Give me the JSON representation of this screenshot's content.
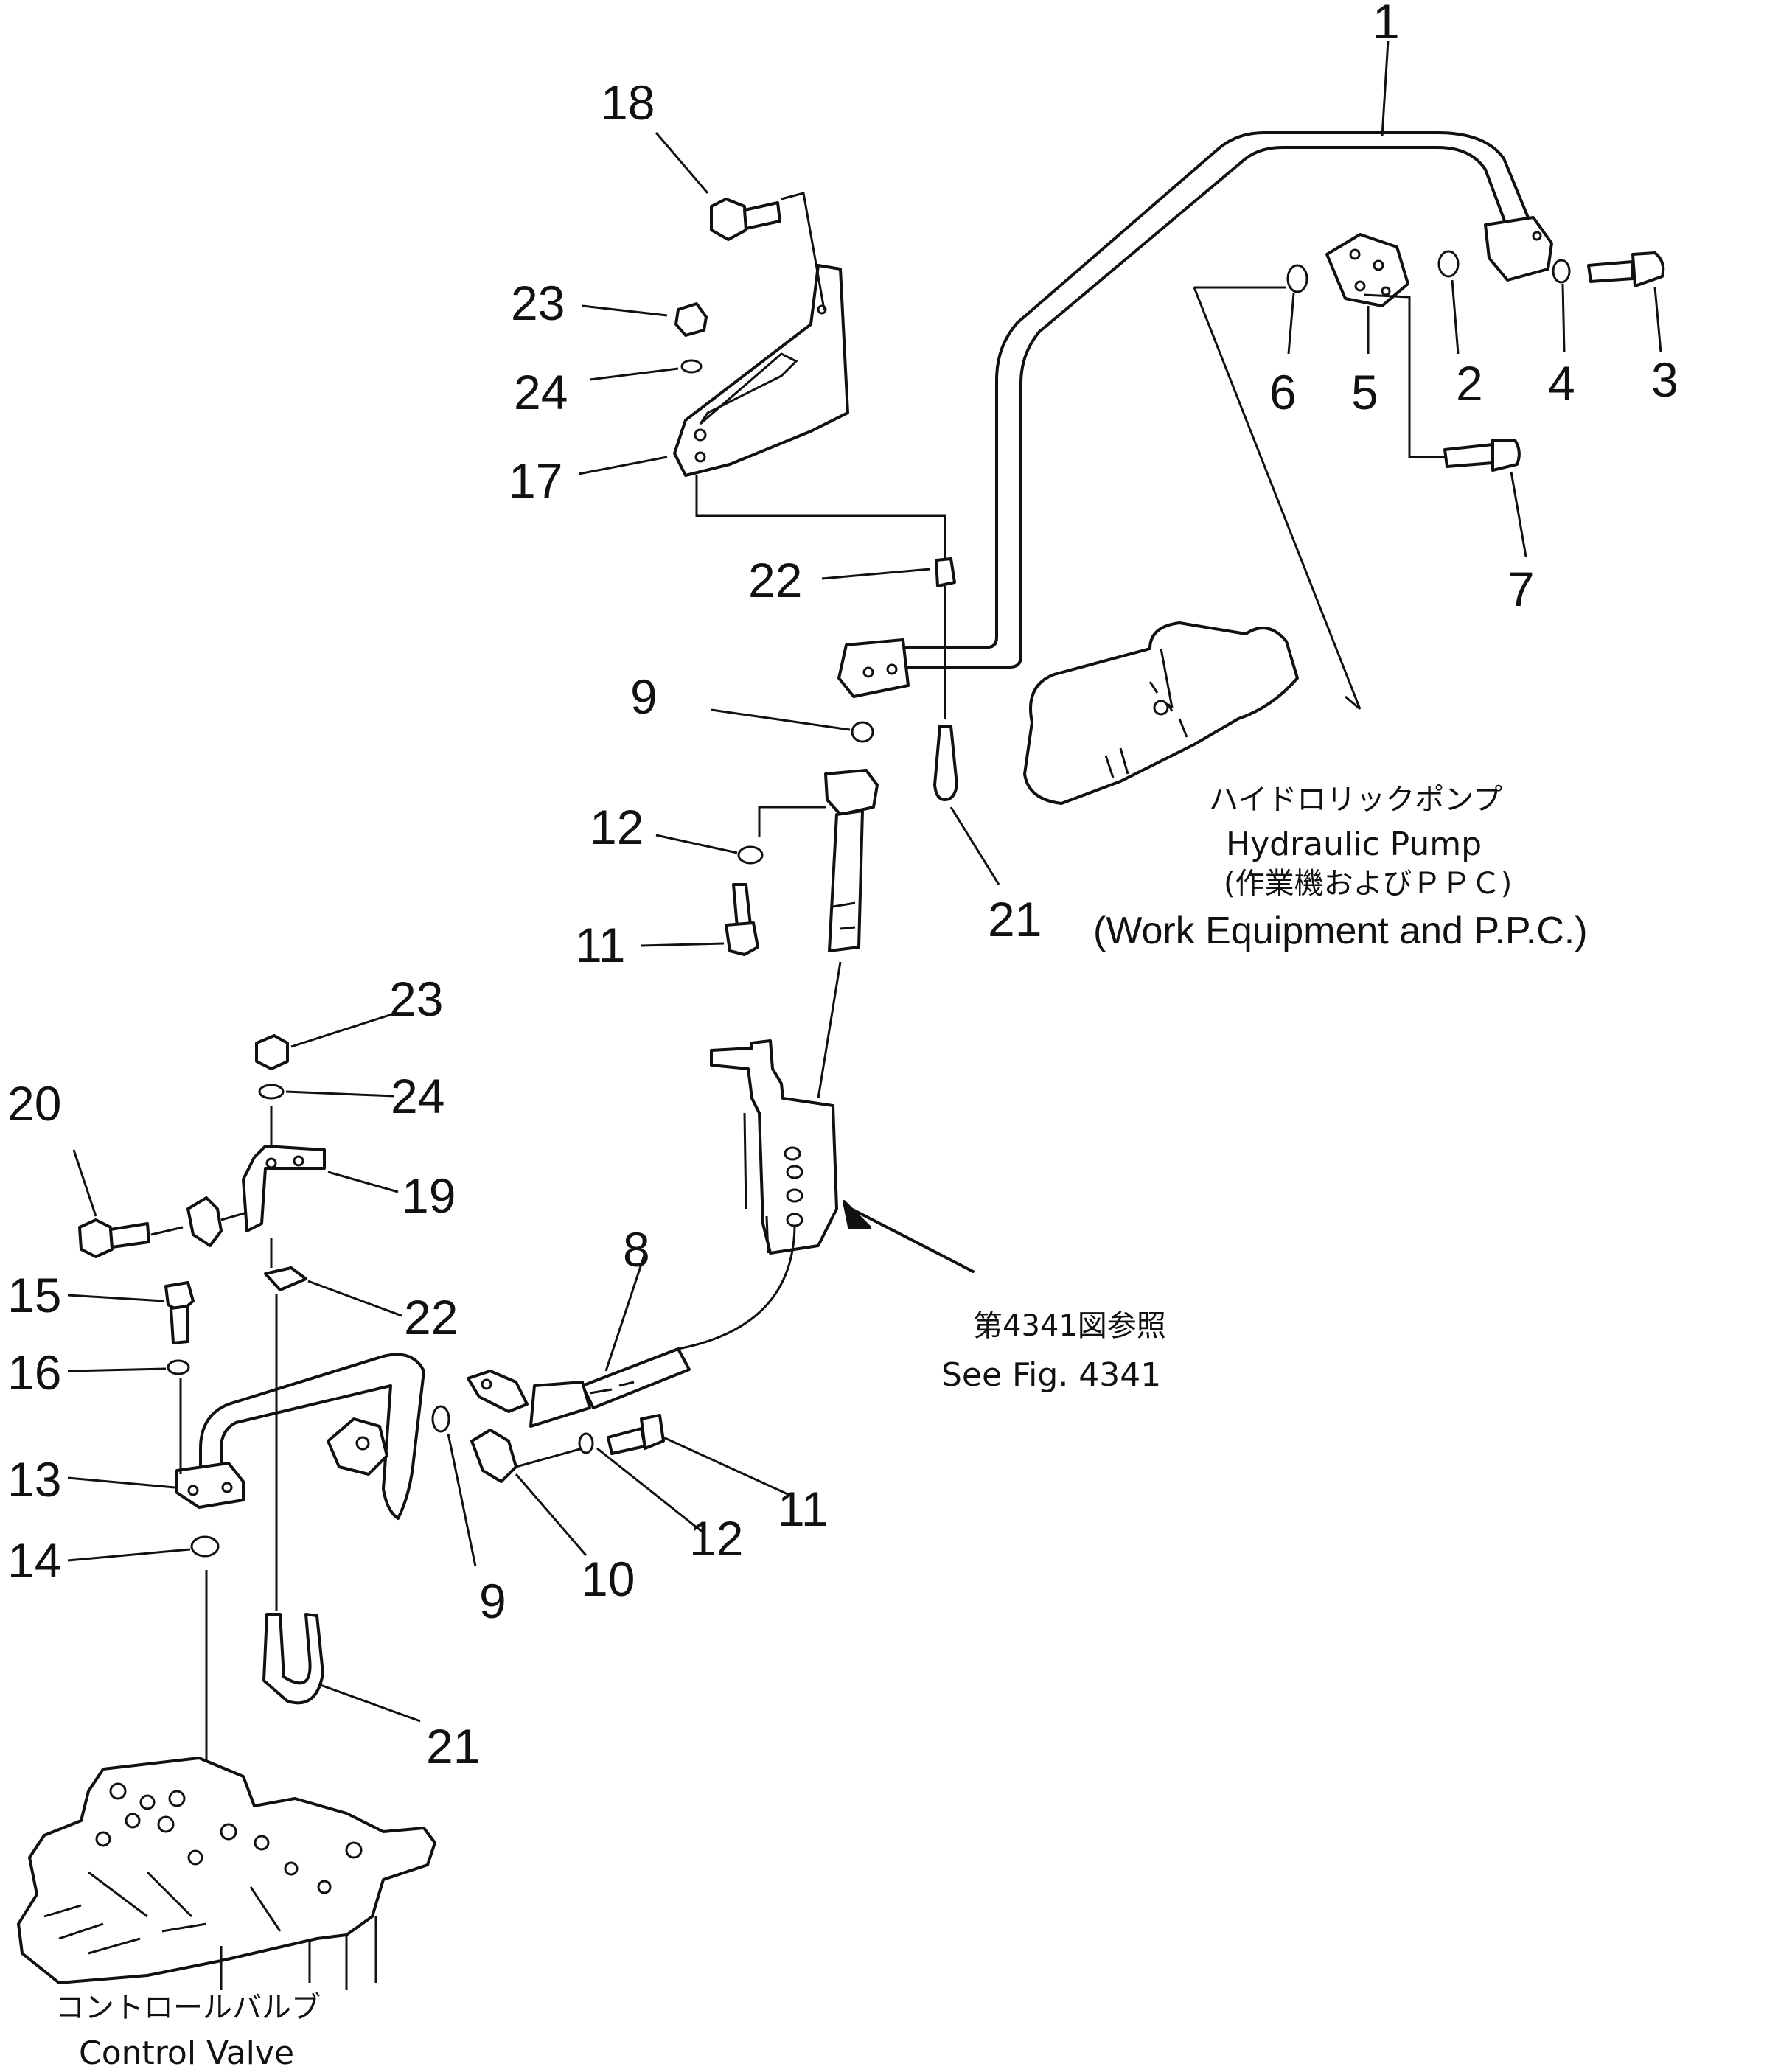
{
  "diagram": {
    "callouts": {
      "c1": "1",
      "c2": "2",
      "c3": "3",
      "c4": "4",
      "c5": "5",
      "c6": "6",
      "c7": "7",
      "c8": "8",
      "c9a": "9",
      "c9b": "9",
      "c10": "10",
      "c11a": "11",
      "c11b": "11",
      "c12a": "12",
      "c12b": "12",
      "c13": "13",
      "c14": "14",
      "c15": "15",
      "c16": "16",
      "c17": "17",
      "c18": "18",
      "c19": "19",
      "c20": "20",
      "c21a": "21",
      "c21b": "21",
      "c22a": "22",
      "c22b": "22",
      "c23a": "23",
      "c23b": "23",
      "c24a": "24",
      "c24b": "24"
    },
    "pump_label": {
      "jp": "ハイドロリックポンプ",
      "en": "Hydraulic Pump",
      "jp_sub": "(作業機およびＰＰＣ)",
      "en_sub": "(Work Equipment and P.P.C.)"
    },
    "reference_label": {
      "jp": "第4341図参照",
      "en": "See Fig. 4341"
    },
    "valve_label": {
      "jp": "コントロールバルブ",
      "en": "Control Valve"
    }
  }
}
